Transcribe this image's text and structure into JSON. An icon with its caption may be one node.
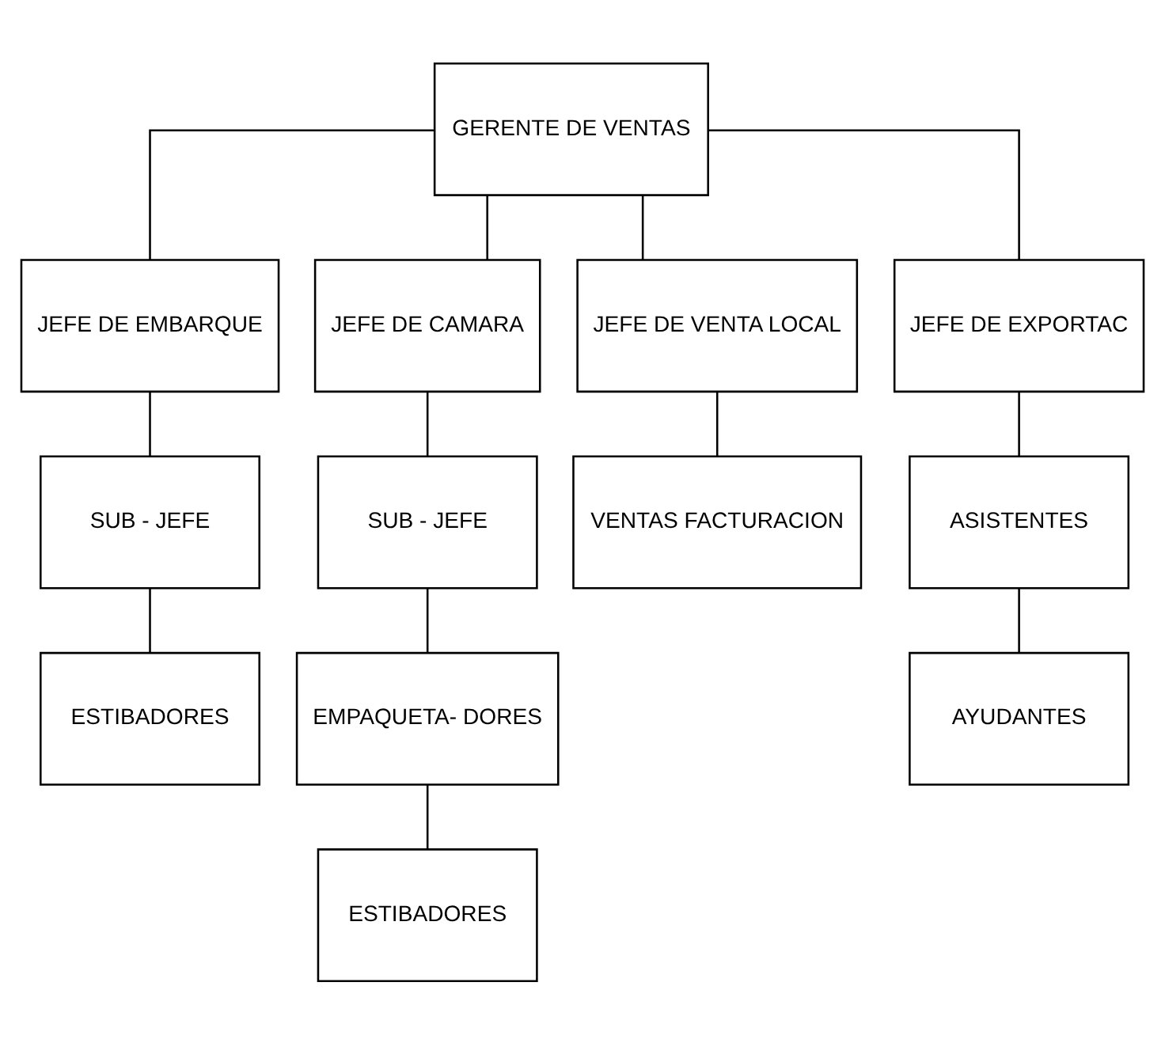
{
  "diagram": {
    "nodes": [
      {
        "text": [
          "GERENTE DE VENTAS"
        ]
      },
      {
        "text": [
          "JEFE DE EMBARQUE"
        ]
      },
      {
        "text": [
          "JEFE DE CAMARA"
        ]
      },
      {
        "text": [
          "JEFE DE VENTA LOCAL"
        ]
      },
      {
        "text": [
          "JEFE DE EXPORTAC"
        ]
      },
      {
        "text": [
          "SUB - JEFE"
        ]
      },
      {
        "text": [
          "SUB - JEFE"
        ]
      },
      {
        "text": [
          "VENTAS FACTURACION"
        ]
      },
      {
        "text": [
          "ASISTENTES"
        ]
      },
      {
        "text": [
          "ESTIBADORES"
        ]
      },
      {
        "text": [
          "EMPAQUETA- DORES"
        ]
      },
      {
        "text": [
          "AYUDANTES"
        ]
      },
      {
        "text": [
          "ESTIBADORES"
        ]
      }
    ],
    "edges": [
      {
        "from": 0,
        "to": 1,
        "arrow": "none"
      },
      {
        "from": 0,
        "to": 2,
        "arrow": "none"
      },
      {
        "from": 0,
        "to": 3,
        "arrow": "none"
      },
      {
        "from": 0,
        "to": 4,
        "arrow": "none"
      },
      {
        "from": 1,
        "to": 5,
        "arrow": "none"
      },
      {
        "from": 2,
        "to": 6,
        "arrow": "none"
      },
      {
        "from": 3,
        "to": 7,
        "arrow": "none"
      },
      {
        "from": 4,
        "to": 8,
        "arrow": "none"
      },
      {
        "from": 5,
        "to": 9,
        "arrow": "none"
      },
      {
        "from": 6,
        "to": 10,
        "arrow": "none"
      },
      {
        "from": 8,
        "to": 11,
        "arrow": "none"
      },
      {
        "from": 10,
        "to": 12,
        "arrow": "none"
      }
    ]
  }
}
